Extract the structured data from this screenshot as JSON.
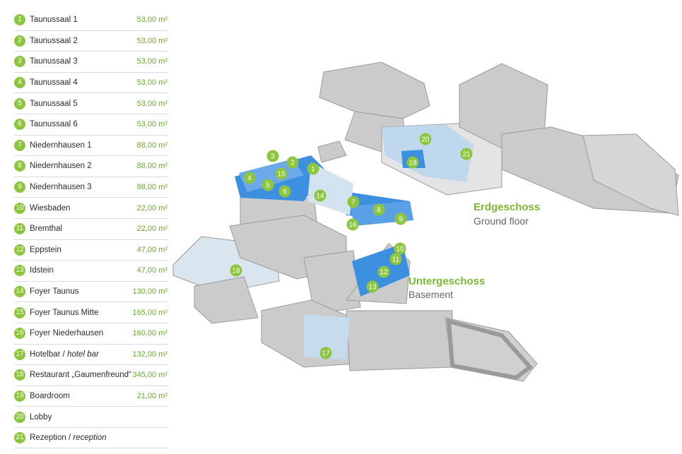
{
  "legend": [
    {
      "num": "1",
      "name": "Taunussaal 1",
      "area": "53,00 m²"
    },
    {
      "num": "2",
      "name": "Taunussaal 2",
      "area": "53,00 m²"
    },
    {
      "num": "3",
      "name": "Taunussaal 3",
      "area": "53,00 m²"
    },
    {
      "num": "4",
      "name": "Taunussaal 4",
      "area": "53,00 m²"
    },
    {
      "num": "5",
      "name": "Taunussaal 5",
      "area": "53,00 m²"
    },
    {
      "num": "6",
      "name": "Taunussaal 6",
      "area": "53,00 m²"
    },
    {
      "num": "7",
      "name": "Niedernhausen 1",
      "area": "88,00 m²"
    },
    {
      "num": "8",
      "name": "Niedernhausen 2",
      "area": "88,00 m²"
    },
    {
      "num": "9",
      "name": "Niedernhausen 3",
      "area": "88,00 m²"
    },
    {
      "num": "10",
      "name": "Wiesbaden",
      "area": "22,00 m²"
    },
    {
      "num": "11",
      "name": "Bremthal",
      "area": "22,00 m²"
    },
    {
      "num": "12",
      "name": "Eppstein",
      "area": "47,00 m²"
    },
    {
      "num": "13",
      "name": "Idstein",
      "area": "47,00 m²"
    },
    {
      "num": "14",
      "name": "Foyer Taunus",
      "area": "130,00 m²"
    },
    {
      "num": "15",
      "name": "Foyer Taunus Mitte",
      "area": "165,00 m²"
    },
    {
      "num": "16",
      "name": "Foyer Niederhausen",
      "area": "160,00 m²"
    },
    {
      "num": "17",
      "name": "Hotelbar /",
      "name_italic": "hotel bar",
      "area": "132,00 m²"
    },
    {
      "num": "18",
      "name": "Restaurant „Gaumenfreund“",
      "area": "345,00 m²"
    },
    {
      "num": "19",
      "name": "Boardroom",
      "area": "21,00 m²"
    },
    {
      "num": "20",
      "name": "Lobby",
      "area": ""
    },
    {
      "num": "21",
      "name": "Rezeption /",
      "name_italic": "reception",
      "area": ""
    }
  ],
  "floors": {
    "ground": {
      "title": "Erdgeschoss",
      "subtitle": "Ground floor"
    },
    "basement": {
      "title": "Untergeschoss",
      "subtitle": "Basement"
    }
  },
  "markers": [
    "1",
    "2",
    "3",
    "4",
    "5",
    "6",
    "7",
    "8",
    "9",
    "10",
    "11",
    "12",
    "13",
    "14",
    "15",
    "16",
    "17",
    "18",
    "19",
    "20",
    "21"
  ],
  "colors": {
    "accent": "#8cc63f",
    "room_highlight": "#3d8fe0",
    "building": "#c9c9c9"
  }
}
